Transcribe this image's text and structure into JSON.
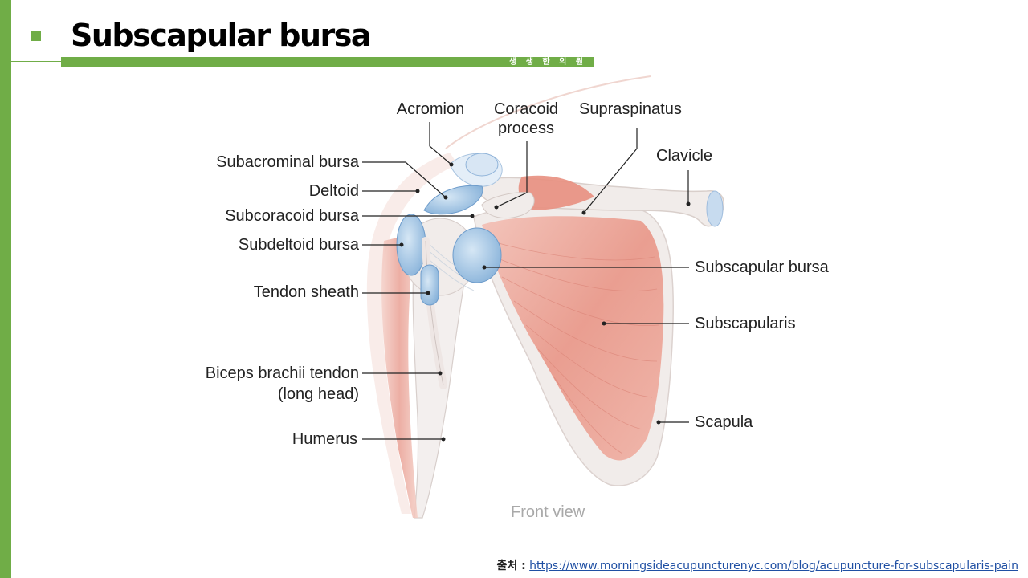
{
  "title": "Subscapular bursa",
  "clinic_name": "생 생 한 의 원",
  "labels": {
    "acromion": "Acromion",
    "coracoid_line1": "Coracoid",
    "coracoid_line2": "process",
    "supraspinatus": "Supraspinatus",
    "clavicle": "Clavicle",
    "subacrominal_bursa": "Subacrominal bursa",
    "deltoid": "Deltoid",
    "subcoracoid_bursa": "Subcoracoid bursa",
    "subdeltoid_bursa": "Subdeltoid bursa",
    "tendon_sheath": "Tendon sheath",
    "biceps_line1": "Biceps brachii tendon",
    "biceps_line2": "(long head)",
    "humerus": "Humerus",
    "subscapular_bursa": "Subscapular bursa",
    "subscapularis": "Subscapularis",
    "scapula": "Scapula",
    "front_view": "Front view"
  },
  "source": {
    "label": "출처 :",
    "url": "https://www.morningsideacupuncturenyc.com/blog/acupuncture-for-subscapularis-pain"
  },
  "colors": {
    "accent_green": "#70ad47",
    "muscle": "#eaa095",
    "bursa_blue": "#a8c8e6",
    "bone": "#f1ecea"
  }
}
